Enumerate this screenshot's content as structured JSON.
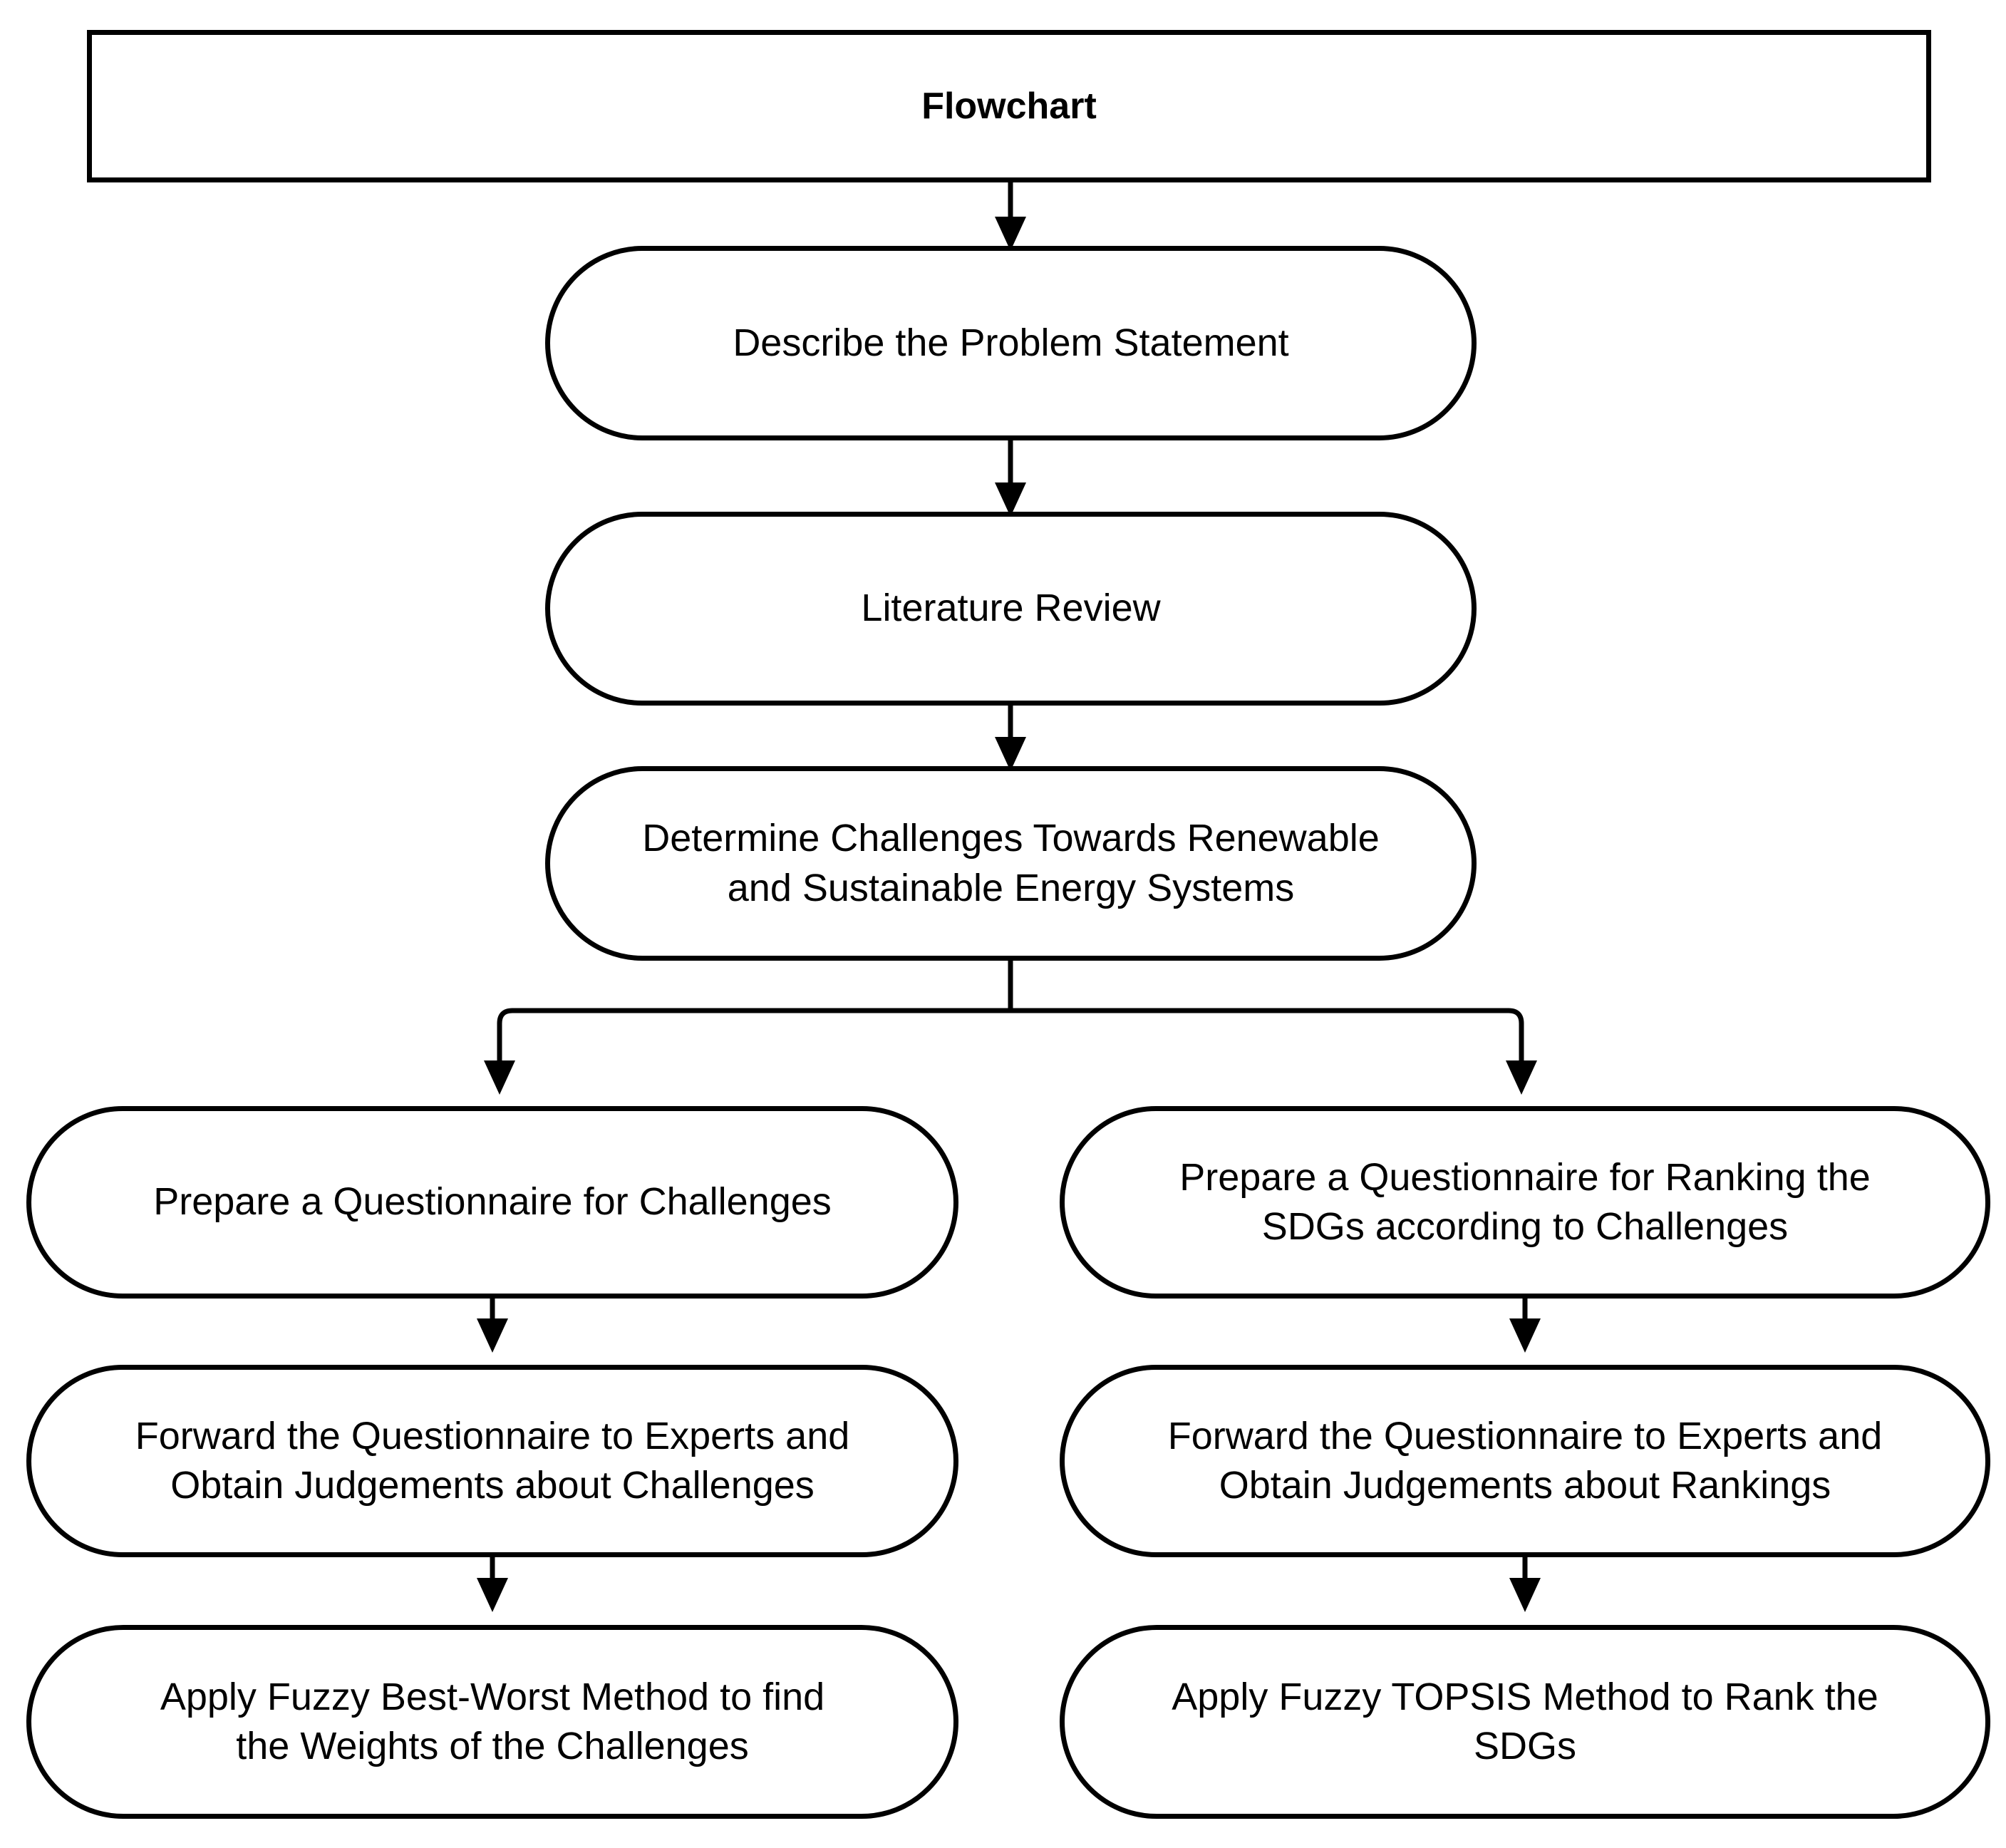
{
  "diagram": {
    "title": "Flowchart",
    "colors": {
      "background": "#ffffff",
      "stroke": "#000000",
      "text": "#000000"
    },
    "nodes": {
      "header": {
        "label": "Flowchart",
        "shape": "rectangle"
      },
      "problem_statement": {
        "label": "Describe the Problem Statement",
        "shape": "rounded-pill"
      },
      "literature_review": {
        "label": "Literature Review",
        "shape": "rounded-pill"
      },
      "determine_challenges": {
        "label": "Determine Challenges Towards Renewable\nand Sustainable Energy Systems",
        "shape": "rounded-pill"
      },
      "left_prepare_questionnaire": {
        "label": "Prepare a Questionnaire for Challenges",
        "shape": "rounded-pill"
      },
      "left_forward_questionnaire": {
        "label": "Forward the Questionnaire to Experts and\nObtain Judgements about Challenges",
        "shape": "rounded-pill"
      },
      "left_apply_fbwm": {
        "label": "Apply Fuzzy Best-Worst Method to find\nthe Weights of the Challenges",
        "shape": "rounded-pill"
      },
      "right_prepare_questionnaire": {
        "label": "Prepare a Questionnaire for Ranking the\nSDGs according to Challenges",
        "shape": "rounded-pill"
      },
      "right_forward_questionnaire": {
        "label": "Forward the Questionnaire to Experts and\nObtain Judgements about Rankings",
        "shape": "rounded-pill"
      },
      "right_apply_topsis": {
        "label": "Apply Fuzzy TOPSIS Method to Rank the\nSDGs",
        "shape": "rounded-pill"
      }
    },
    "edges": [
      {
        "from": "header",
        "to": "problem_statement",
        "type": "straight-arrow"
      },
      {
        "from": "problem_statement",
        "to": "literature_review",
        "type": "straight-arrow"
      },
      {
        "from": "literature_review",
        "to": "determine_challenges",
        "type": "straight-arrow"
      },
      {
        "from": "determine_challenges",
        "to": "left_prepare_questionnaire",
        "type": "branch-arrow"
      },
      {
        "from": "determine_challenges",
        "to": "right_prepare_questionnaire",
        "type": "branch-arrow"
      },
      {
        "from": "left_prepare_questionnaire",
        "to": "left_forward_questionnaire",
        "type": "straight-arrow"
      },
      {
        "from": "left_forward_questionnaire",
        "to": "left_apply_fbwm",
        "type": "straight-arrow"
      },
      {
        "from": "right_prepare_questionnaire",
        "to": "right_forward_questionnaire",
        "type": "straight-arrow"
      },
      {
        "from": "right_forward_questionnaire",
        "to": "right_apply_topsis",
        "type": "straight-arrow"
      }
    ]
  }
}
